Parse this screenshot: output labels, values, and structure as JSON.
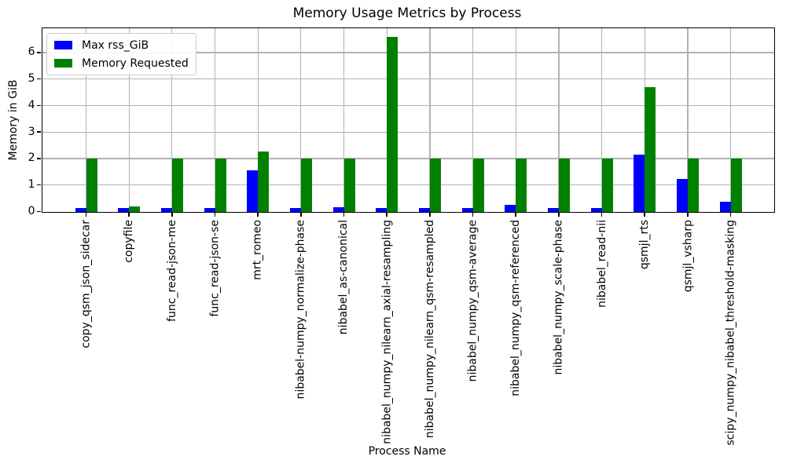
{
  "chart_data": {
    "type": "bar",
    "title": "Memory Usage Metrics by Process",
    "xlabel": "Process Name",
    "ylabel": "Memory in GiB",
    "categories": [
      "copy_qsm_json_sidecar",
      "copyfile",
      "func_read-json-me",
      "func_read-json-se",
      "mrt_romeo",
      "nibabel-numpy_normalize-phase",
      "nibabel_as-canonical",
      "nibabel_numpy_nilearn_axial-resampling",
      "nibabel_numpy_nilearn_qsm-resampled",
      "nibabel_numpy_qsm-average",
      "nibabel_numpy_qsm-referenced",
      "nibabel_numpy_scale-phase",
      "nibabel_read-nii",
      "qsmjl_rts",
      "qsmjl_vsharp",
      "scipy_numpy_nibabel_threshold-masking"
    ],
    "series": [
      {
        "name": "Max rss_GiB",
        "color": "#0000ff",
        "values": [
          0.13,
          0.12,
          0.13,
          0.13,
          1.55,
          0.13,
          0.16,
          0.13,
          0.12,
          0.12,
          0.24,
          0.13,
          0.13,
          2.16,
          1.22,
          0.38
        ]
      },
      {
        "name": "Memory Requested",
        "color": "#008000",
        "values": [
          2.0,
          0.18,
          2.0,
          2.0,
          2.28,
          2.0,
          2.0,
          6.6,
          2.0,
          2.0,
          2.0,
          2.0,
          2.0,
          4.7,
          2.0,
          2.0
        ]
      }
    ],
    "yticks": [
      0,
      1,
      2,
      3,
      4,
      5,
      6
    ],
    "ylim": [
      0,
      6.93
    ],
    "grid": true,
    "gridline_color": "#b2b2b2",
    "legend_position": "upper left",
    "x_tick_rotation": 90
  }
}
